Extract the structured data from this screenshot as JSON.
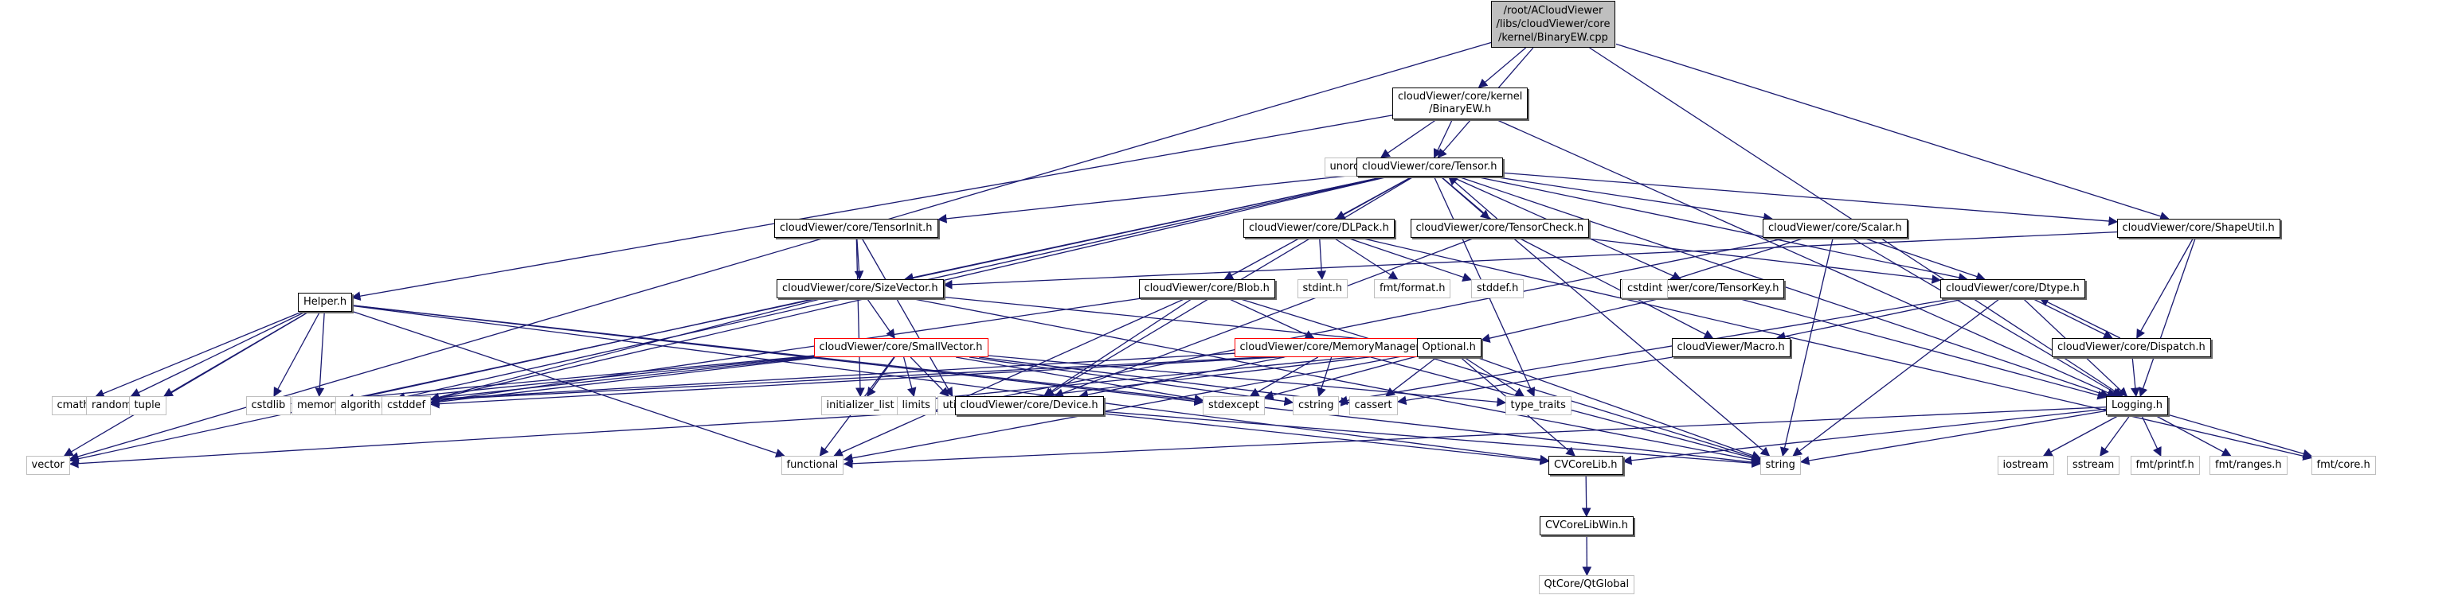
{
  "graph": {
    "edge_color": "#191970",
    "nodes": [
      {
        "id": "root",
        "label": "/root/ACloudViewer\n/libs/cloudViewer/core\n/kernel/BinaryEW.cpp",
        "kind": "root"
      },
      {
        "id": "binaryew_h",
        "label": "cloudViewer/core/kernel\n/BinaryEW.h",
        "kind": "local"
      },
      {
        "id": "unordered_set",
        "label": "unordered_set",
        "kind": "system"
      },
      {
        "id": "tensor_h",
        "label": "cloudViewer/core/Tensor.h",
        "kind": "local"
      },
      {
        "id": "tensorinit_h",
        "label": "cloudViewer/core/TensorInit.h",
        "kind": "local"
      },
      {
        "id": "dlpack_h",
        "label": "cloudViewer/core/DLPack.h",
        "kind": "local"
      },
      {
        "id": "tensorcheck_h",
        "label": "cloudViewer/core/TensorCheck.h",
        "kind": "local"
      },
      {
        "id": "scalar_h",
        "label": "cloudViewer/core/Scalar.h",
        "kind": "local"
      },
      {
        "id": "shapeutil_h",
        "label": "cloudViewer/core/ShapeUtil.h",
        "kind": "local"
      },
      {
        "id": "sizevector_h",
        "label": "cloudViewer/core/SizeVector.h",
        "kind": "local"
      },
      {
        "id": "blob_h",
        "label": "cloudViewer/core/Blob.h",
        "kind": "local"
      },
      {
        "id": "stdint_h",
        "label": "stdint.h",
        "kind": "system"
      },
      {
        "id": "fmt_format_h",
        "label": "fmt/format.h",
        "kind": "system"
      },
      {
        "id": "stddef_h",
        "label": "stddef.h",
        "kind": "system"
      },
      {
        "id": "tensorkey_h",
        "label": "cloudViewer/core/TensorKey.h",
        "kind": "local"
      },
      {
        "id": "cstdint",
        "label": "cstdint",
        "kind": "system"
      },
      {
        "id": "dtype_h",
        "label": "cloudViewer/core/Dtype.h",
        "kind": "local"
      },
      {
        "id": "helper_h",
        "label": "Helper.h",
        "kind": "local"
      },
      {
        "id": "smallvector_h",
        "label": "cloudViewer/core/SmallVector.h",
        "kind": "red"
      },
      {
        "id": "memorymanager_h",
        "label": "cloudViewer/core/MemoryManager.h",
        "kind": "red"
      },
      {
        "id": "optional_h",
        "label": "Optional.h",
        "kind": "local"
      },
      {
        "id": "macro_h",
        "label": "cloudViewer/Macro.h",
        "kind": "local"
      },
      {
        "id": "dispatch_h",
        "label": "cloudViewer/core/Dispatch.h",
        "kind": "local"
      },
      {
        "id": "cmath",
        "label": "cmath",
        "kind": "system"
      },
      {
        "id": "random",
        "label": "random",
        "kind": "system"
      },
      {
        "id": "tuple",
        "label": "tuple",
        "kind": "system"
      },
      {
        "id": "cstdlib",
        "label": "cstdlib",
        "kind": "system"
      },
      {
        "id": "memory",
        "label": "memory",
        "kind": "system"
      },
      {
        "id": "algorithm",
        "label": "algorithm",
        "kind": "system"
      },
      {
        "id": "cstddef",
        "label": "cstddef",
        "kind": "system"
      },
      {
        "id": "initializer_list",
        "label": "initializer_list",
        "kind": "system"
      },
      {
        "id": "limits",
        "label": "limits",
        "kind": "system"
      },
      {
        "id": "utility",
        "label": "utility",
        "kind": "system"
      },
      {
        "id": "device_h",
        "label": "cloudViewer/core/Device.h",
        "kind": "local"
      },
      {
        "id": "stdexcept",
        "label": "stdexcept",
        "kind": "system"
      },
      {
        "id": "cstring",
        "label": "cstring",
        "kind": "system"
      },
      {
        "id": "cassert",
        "label": "cassert",
        "kind": "system"
      },
      {
        "id": "type_traits",
        "label": "type_traits",
        "kind": "system"
      },
      {
        "id": "logging_h",
        "label": "Logging.h",
        "kind": "local"
      },
      {
        "id": "vector",
        "label": "vector",
        "kind": "system"
      },
      {
        "id": "functional",
        "label": "functional",
        "kind": "system"
      },
      {
        "id": "cvcorelib_h",
        "label": "CVCoreLib.h",
        "kind": "local"
      },
      {
        "id": "string",
        "label": "string",
        "kind": "system"
      },
      {
        "id": "iostream",
        "label": "iostream",
        "kind": "system"
      },
      {
        "id": "sstream",
        "label": "sstream",
        "kind": "system"
      },
      {
        "id": "fmt_printf_h",
        "label": "fmt/printf.h",
        "kind": "system"
      },
      {
        "id": "fmt_ranges_h",
        "label": "fmt/ranges.h",
        "kind": "system"
      },
      {
        "id": "fmt_core_h",
        "label": "fmt/core.h",
        "kind": "system"
      },
      {
        "id": "cvcorelibwin_h",
        "label": "CVCoreLibWin.h",
        "kind": "local"
      },
      {
        "id": "qtglobal",
        "label": "QtCore/QtGlobal",
        "kind": "system"
      }
    ],
    "edges": [
      [
        "root",
        "binaryew_h"
      ],
      [
        "root",
        "tensor_h"
      ],
      [
        "root",
        "vector"
      ],
      [
        "root",
        "shapeutil_h"
      ],
      [
        "root",
        "logging_h"
      ],
      [
        "binaryew_h",
        "unordered_set"
      ],
      [
        "binaryew_h",
        "tensor_h"
      ],
      [
        "binaryew_h",
        "helper_h"
      ],
      [
        "binaryew_h",
        "logging_h"
      ],
      [
        "tensor_h",
        "tensorinit_h"
      ],
      [
        "tensor_h",
        "dlpack_h"
      ],
      [
        "tensor_h",
        "tensorcheck_h"
      ],
      [
        "tensor_h",
        "scalar_h"
      ],
      [
        "tensor_h",
        "shapeutil_h"
      ],
      [
        "tensor_h",
        "sizevector_h"
      ],
      [
        "tensor_h",
        "blob_h"
      ],
      [
        "tensor_h",
        "tensorkey_h"
      ],
      [
        "tensor_h",
        "dtype_h"
      ],
      [
        "tensor_h",
        "device_h"
      ],
      [
        "tensor_h",
        "memory"
      ],
      [
        "tensor_h",
        "algorithm"
      ],
      [
        "tensor_h",
        "cstddef"
      ],
      [
        "tensor_h",
        "string"
      ],
      [
        "tensor_h",
        "type_traits"
      ],
      [
        "tensor_h",
        "logging_h"
      ],
      [
        "tensorcheck_h",
        "tensor_h"
      ],
      [
        "tensorcheck_h",
        "device_h"
      ],
      [
        "tensorcheck_h",
        "dtype_h"
      ],
      [
        "tensorcheck_h",
        "macro_h"
      ],
      [
        "tensorinit_h",
        "sizevector_h"
      ],
      [
        "tensorinit_h",
        "initializer_list"
      ],
      [
        "tensorinit_h",
        "utility"
      ],
      [
        "dlpack_h",
        "stdint_h"
      ],
      [
        "dlpack_h",
        "fmt_format_h"
      ],
      [
        "dlpack_h",
        "stddef_h"
      ],
      [
        "dlpack_h",
        "fmt_core_h"
      ],
      [
        "scalar_h",
        "cstdint"
      ],
      [
        "scalar_h",
        "dtype_h"
      ],
      [
        "scalar_h",
        "string"
      ],
      [
        "scalar_h",
        "logging_h"
      ],
      [
        "scalar_h",
        "utility"
      ],
      [
        "shapeutil_h",
        "sizevector_h"
      ],
      [
        "shapeutil_h",
        "dispatch_h"
      ],
      [
        "shapeutil_h",
        "logging_h"
      ],
      [
        "sizevector_h",
        "smallvector_h"
      ],
      [
        "sizevector_h",
        "optional_h"
      ],
      [
        "sizevector_h",
        "cstddef"
      ],
      [
        "sizevector_h",
        "vector"
      ],
      [
        "sizevector_h",
        "string"
      ],
      [
        "blob_h",
        "device_h"
      ],
      [
        "blob_h",
        "memorymanager_h"
      ],
      [
        "blob_h",
        "functional"
      ],
      [
        "blob_h",
        "cstddef"
      ],
      [
        "blob_h",
        "string"
      ],
      [
        "tensorkey_h",
        "optional_h"
      ],
      [
        "tensorkey_h",
        "logging_h"
      ],
      [
        "dtype_h",
        "dispatch_h"
      ],
      [
        "dtype_h",
        "macro_h"
      ],
      [
        "dtype_h",
        "logging_h"
      ],
      [
        "dtype_h",
        "string"
      ],
      [
        "dtype_h",
        "cstring"
      ],
      [
        "dispatch_h",
        "dtype_h"
      ],
      [
        "dispatch_h",
        "logging_h"
      ],
      [
        "helper_h",
        "cmath"
      ],
      [
        "helper_h",
        "random"
      ],
      [
        "helper_h",
        "tuple"
      ],
      [
        "helper_h",
        "cstdlib"
      ],
      [
        "helper_h",
        "memory"
      ],
      [
        "helper_h",
        "vector"
      ],
      [
        "helper_h",
        "functional"
      ],
      [
        "helper_h",
        "string"
      ],
      [
        "helper_h",
        "cvcorelib_h"
      ],
      [
        "helper_h",
        "stdexcept"
      ],
      [
        "smallvector_h",
        "memory"
      ],
      [
        "smallvector_h",
        "algorithm"
      ],
      [
        "smallvector_h",
        "cstddef"
      ],
      [
        "smallvector_h",
        "cstdlib"
      ],
      [
        "smallvector_h",
        "initializer_list"
      ],
      [
        "smallvector_h",
        "limits"
      ],
      [
        "smallvector_h",
        "utility"
      ],
      [
        "smallvector_h",
        "functional"
      ],
      [
        "smallvector_h",
        "cstring"
      ],
      [
        "smallvector_h",
        "cassert"
      ],
      [
        "smallvector_h",
        "type_traits"
      ],
      [
        "smallvector_h",
        "stdexcept"
      ],
      [
        "memorymanager_h",
        "device_h"
      ],
      [
        "memorymanager_h",
        "memory"
      ],
      [
        "memorymanager_h",
        "stdexcept"
      ],
      [
        "memorymanager_h",
        "cstring"
      ],
      [
        "memorymanager_h",
        "string"
      ],
      [
        "optional_h",
        "cassert"
      ],
      [
        "optional_h",
        "cstddef"
      ],
      [
        "optional_h",
        "stdexcept"
      ],
      [
        "optional_h",
        "type_traits"
      ],
      [
        "optional_h",
        "utility"
      ],
      [
        "optional_h",
        "functional"
      ],
      [
        "optional_h",
        "initializer_list"
      ],
      [
        "optional_h",
        "string"
      ],
      [
        "optional_h",
        "cvcorelib_h"
      ],
      [
        "optional_h",
        "memory"
      ],
      [
        "macro_h",
        "cassert"
      ],
      [
        "device_h",
        "string"
      ],
      [
        "device_h",
        "vector"
      ],
      [
        "device_h",
        "cvcorelib_h"
      ],
      [
        "logging_h",
        "functional"
      ],
      [
        "logging_h",
        "iostream"
      ],
      [
        "logging_h",
        "sstream"
      ],
      [
        "logging_h",
        "string"
      ],
      [
        "logging_h",
        "fmt_core_h"
      ],
      [
        "logging_h",
        "fmt_printf_h"
      ],
      [
        "logging_h",
        "fmt_ranges_h"
      ],
      [
        "logging_h",
        "cvcorelib_h"
      ],
      [
        "cvcorelib_h",
        "cvcorelibwin_h"
      ],
      [
        "cvcorelibwin_h",
        "qtglobal"
      ]
    ]
  }
}
